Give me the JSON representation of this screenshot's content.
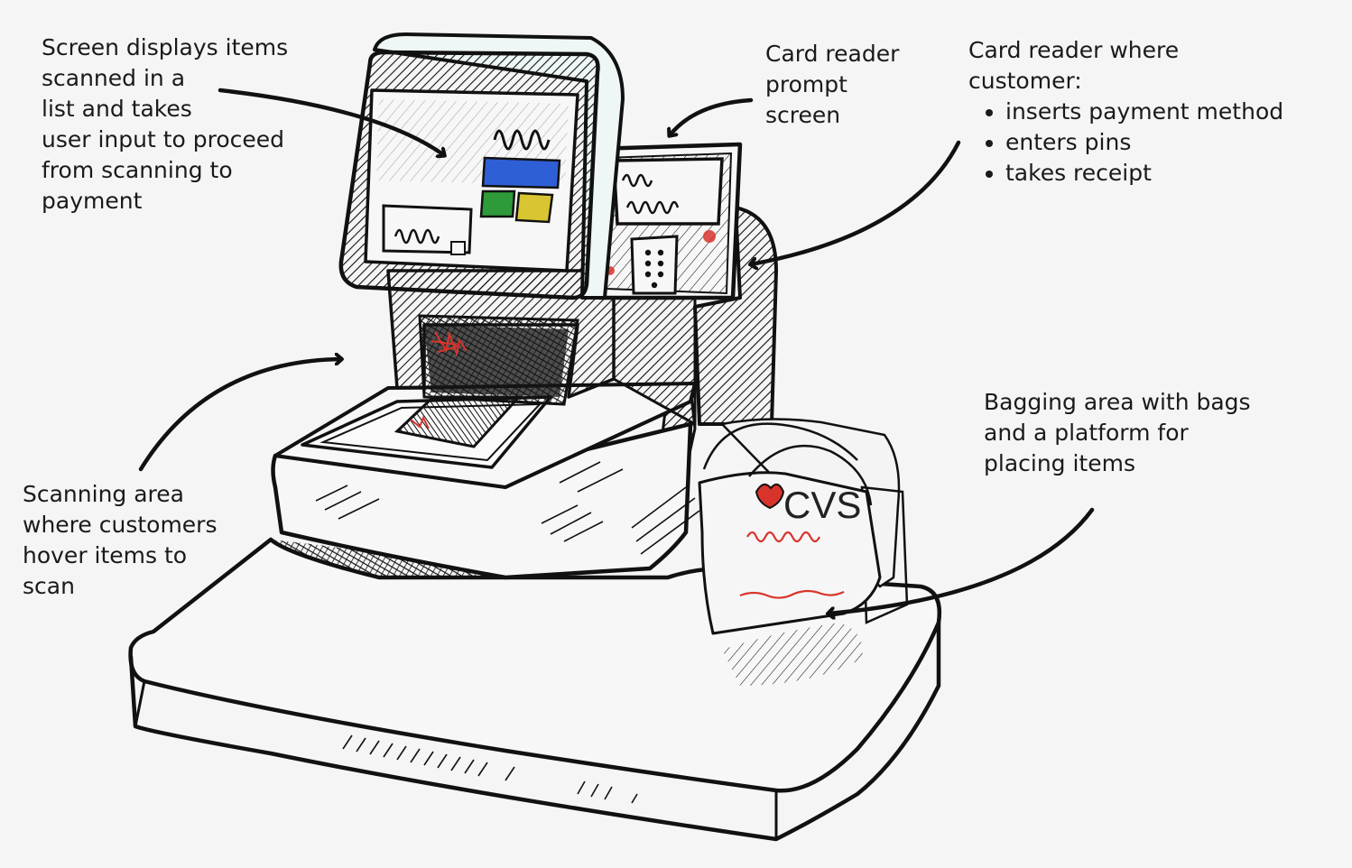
{
  "colors": {
    "ink": "#111111",
    "background": "#f5f5f5",
    "screen_blue": "#2f5fd6",
    "screen_green": "#2e9a3a",
    "screen_yellow": "#d9c531",
    "accent_red": "#d9342b"
  },
  "bag_logo": "CVS",
  "annotations": {
    "screen": {
      "lines": [
        "Screen displays items",
        "scanned in a",
        "list and takes",
        "user input to proceed",
        "from scanning to",
        "payment"
      ]
    },
    "card_reader_prompt": {
      "lines": [
        "Card reader",
        "prompt",
        "screen"
      ]
    },
    "card_reader": {
      "lines": [
        "Card reader where",
        "customer:"
      ],
      "bullets": [
        "inserts payment method",
        "enters pins",
        "takes receipt"
      ]
    },
    "scanning_area": {
      "lines": [
        "Scanning area",
        "where customers",
        "hover items to",
        "scan"
      ]
    },
    "bagging_area": {
      "lines": [
        "Bagging area with bags",
        "and a platform for",
        "placing items"
      ]
    }
  }
}
